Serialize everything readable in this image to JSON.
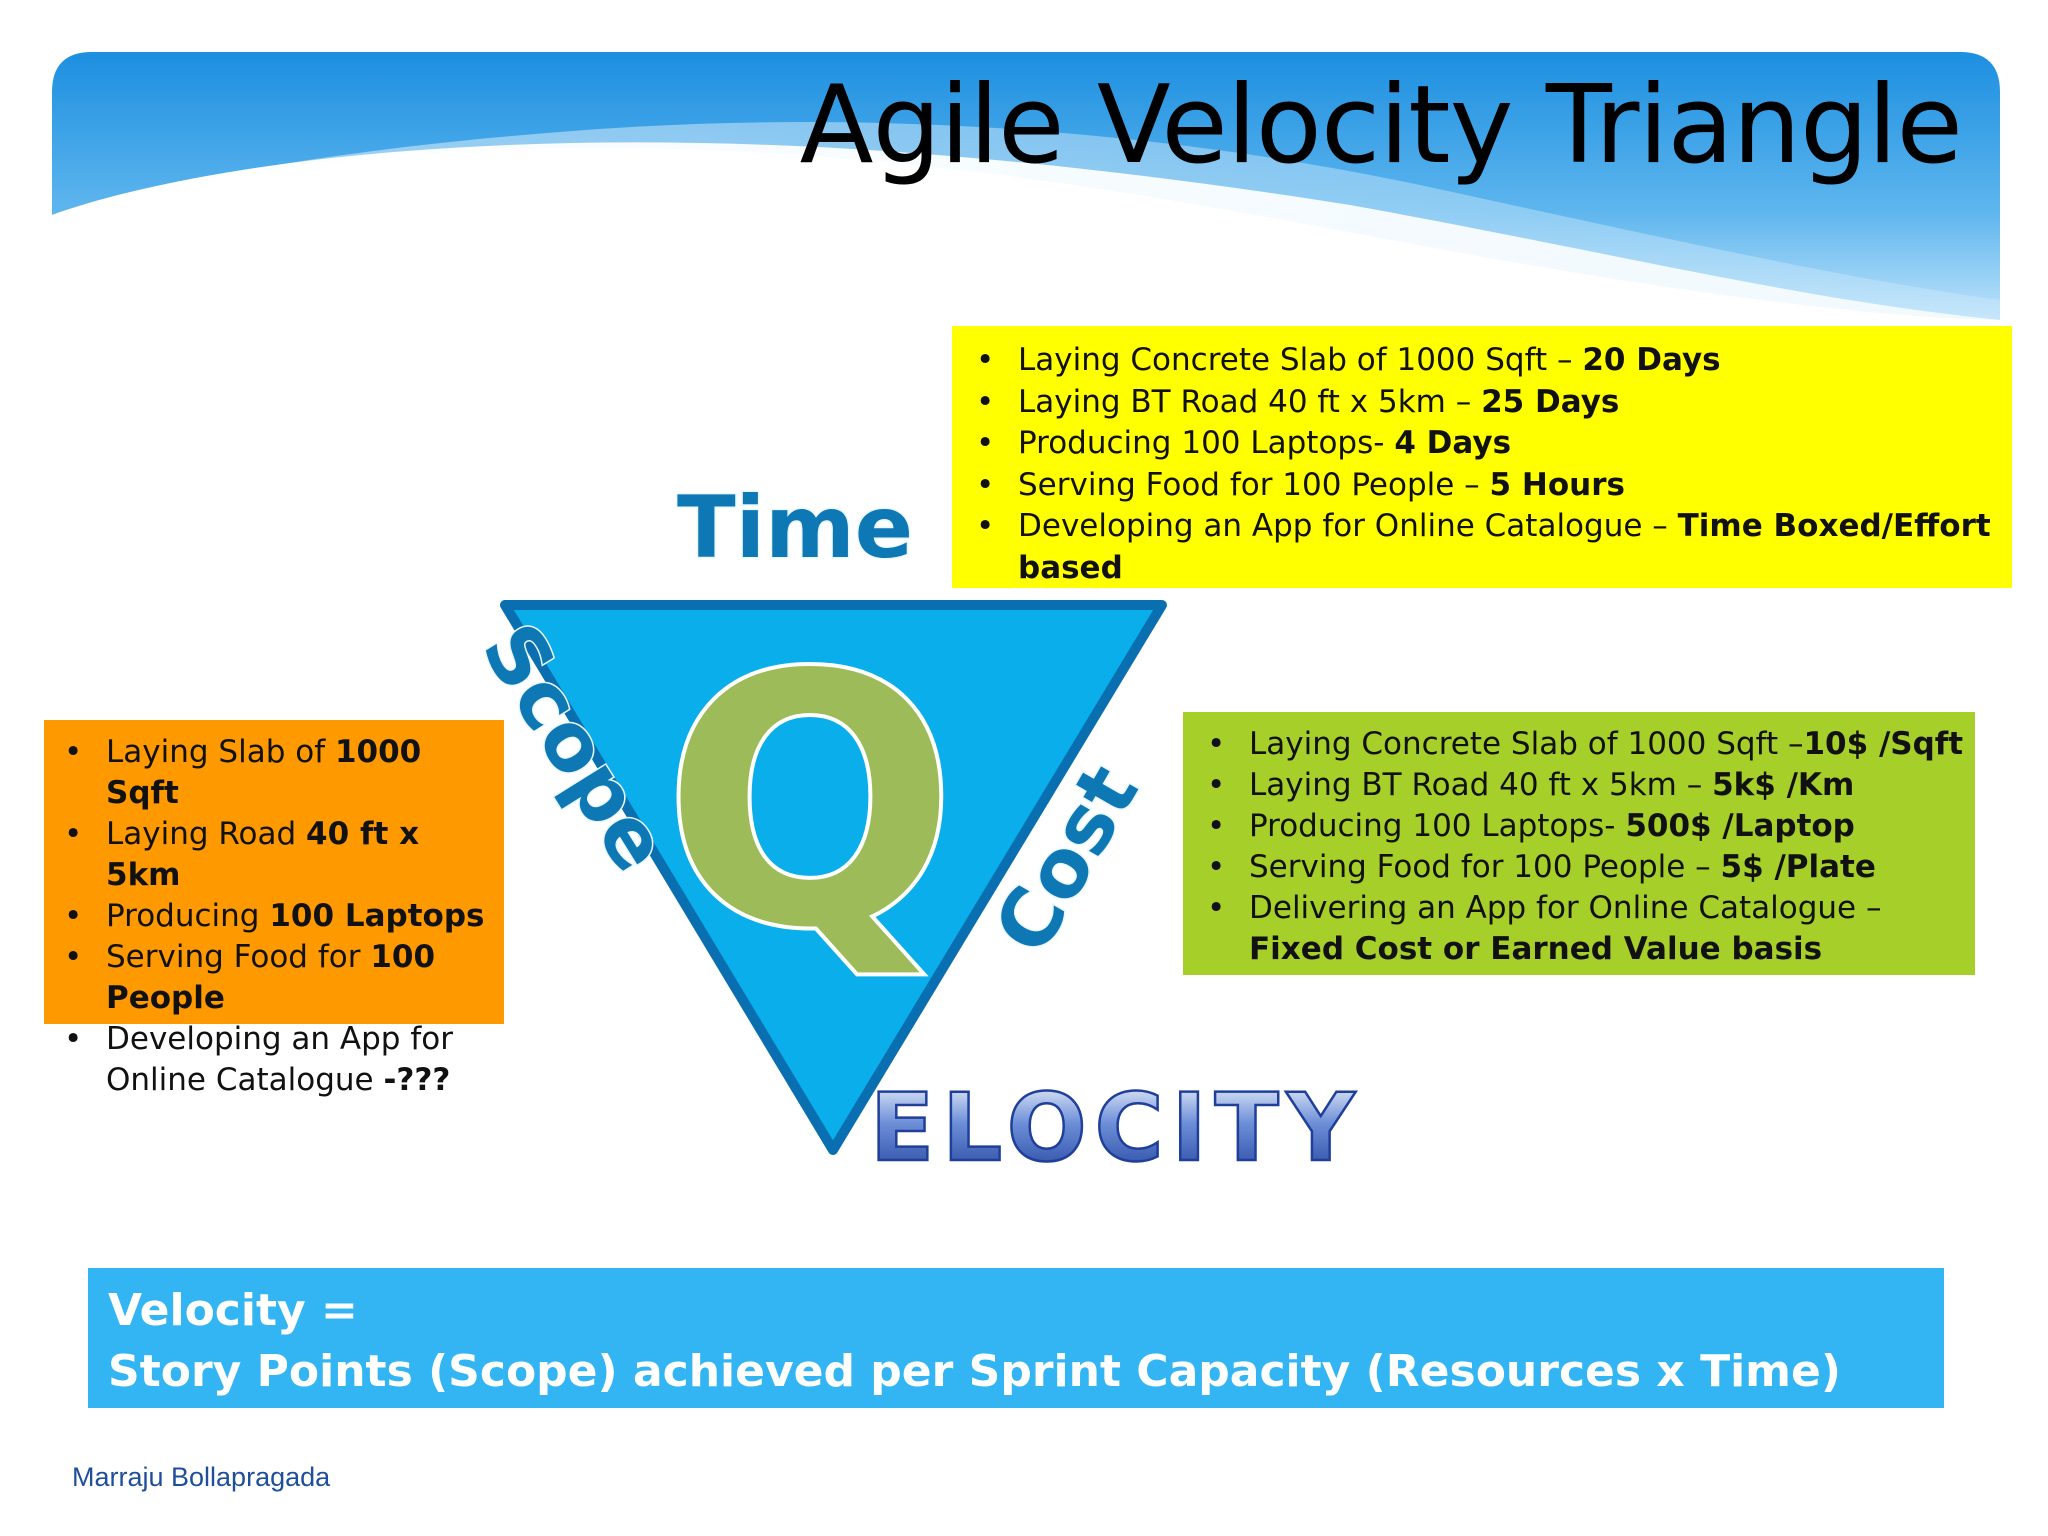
{
  "title": "Agile Velocity Triangle",
  "colors": {
    "header_blue": "#2a9ee8",
    "triangle_fill": "#09aeea",
    "triangle_stroke": "#0a6fb0",
    "q_green": "#9dbb59",
    "label_blue": "#0e78b4",
    "time_box": "#ffff00",
    "scope_box": "#ff9900",
    "cost_box": "#a6cf2a",
    "velocity_box": "#33b5f4"
  },
  "diagram": {
    "time_label": "Time",
    "scope_label": "Scope",
    "cost_label": "Cost",
    "center_letter": "Q",
    "velocity_word": "ELOCITY"
  },
  "time_box": {
    "items": [
      {
        "text": "Laying Concrete Slab of 1000 Sqft – ",
        "bold": "20 Days"
      },
      {
        "text": "Laying BT Road 40 ft x 5km – ",
        "bold": "25 Days"
      },
      {
        "text": "Producing 100 Laptops- ",
        "bold": "4 Days"
      },
      {
        "text": "Serving Food for 100 People – ",
        "bold": "5 Hours"
      },
      {
        "text": "Developing an App for Online Catalogue – ",
        "bold": "Time Boxed/Effort based"
      }
    ]
  },
  "scope_box": {
    "items": [
      {
        "text": "Laying Slab of ",
        "bold": "1000 Sqft"
      },
      {
        "text": "Laying Road ",
        "bold": "40 ft x 5km"
      },
      {
        "text": "Producing ",
        "bold": "100 Laptops"
      },
      {
        "text": "Serving Food for ",
        "bold": "100 People"
      },
      {
        "text": "Developing an App for Online Catalogue ",
        "bold": "-???"
      }
    ]
  },
  "cost_box": {
    "items": [
      {
        "text": "Laying Concrete Slab of 1000 Sqft –",
        "bold": "10$ /Sqft"
      },
      {
        "text": "Laying BT Road 40 ft x 5km – ",
        "bold": "5k$ /Km"
      },
      {
        "text": "Producing 100 Laptops- ",
        "bold": "500$ /Laptop"
      },
      {
        "text": "Serving Food for 100 People – ",
        "bold": "5$ /Plate"
      },
      {
        "text": "Delivering an App for Online Catalogue – ",
        "bold": "Fixed Cost or Earned Value basis"
      }
    ]
  },
  "velocity_formula": {
    "line1": "Velocity =",
    "line2": "Story Points (Scope) achieved per Sprint Capacity (Resources x Time)"
  },
  "author": "Marraju Bollapragada"
}
